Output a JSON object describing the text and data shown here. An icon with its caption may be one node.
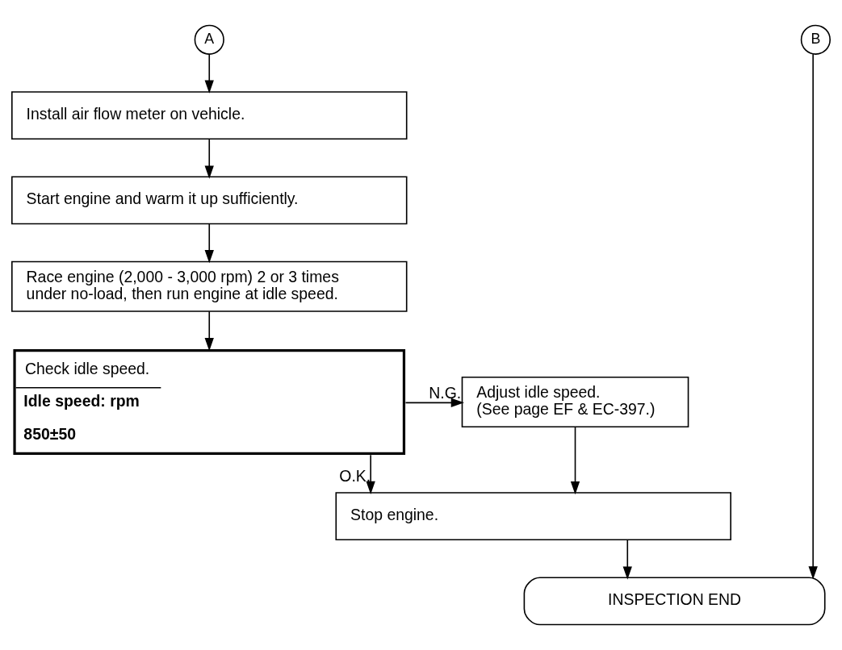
{
  "diagram": {
    "nodes": [
      {
        "text": [
          "A"
        ]
      },
      {
        "text": [
          "Install air flow meter on vehicle."
        ]
      },
      {
        "text": [
          "Start engine and warm it up sufficiently."
        ]
      },
      {
        "text": [
          "Race engine (2,000 - 3,000 rpm) 2 or 3 times under no-load, then run engine at idle speed."
        ]
      },
      {
        "text": [
          "Check idle speed.",
          "Idle speed: rpm",
          "850±50"
        ]
      },
      {
        "text": [
          "Adjust idle speed.",
          "(See page EF & EC-397.)"
        ]
      },
      {
        "text": [
          "B"
        ]
      },
      {
        "text": [
          "Stop engine."
        ]
      },
      {
        "text": [
          "INSPECTION END"
        ]
      }
    ],
    "edges": [
      {
        "from": 0,
        "to": 1,
        "arrow": "to"
      },
      {
        "from": 1,
        "to": 2,
        "arrow": "to"
      },
      {
        "from": 2,
        "to": 3,
        "arrow": "to"
      },
      {
        "from": 3,
        "to": 4,
        "arrow": "to"
      },
      {
        "from": 4,
        "to": 5,
        "arrow": "to",
        "label": "N.G."
      },
      {
        "from": 4,
        "to": 7,
        "arrow": "to",
        "label": "O.K."
      },
      {
        "from": 5,
        "to": 7,
        "arrow": "to"
      },
      {
        "from": 7,
        "to": 8,
        "arrow": "to"
      },
      {
        "from": 6,
        "to": 8,
        "arrow": "to"
      }
    ]
  }
}
